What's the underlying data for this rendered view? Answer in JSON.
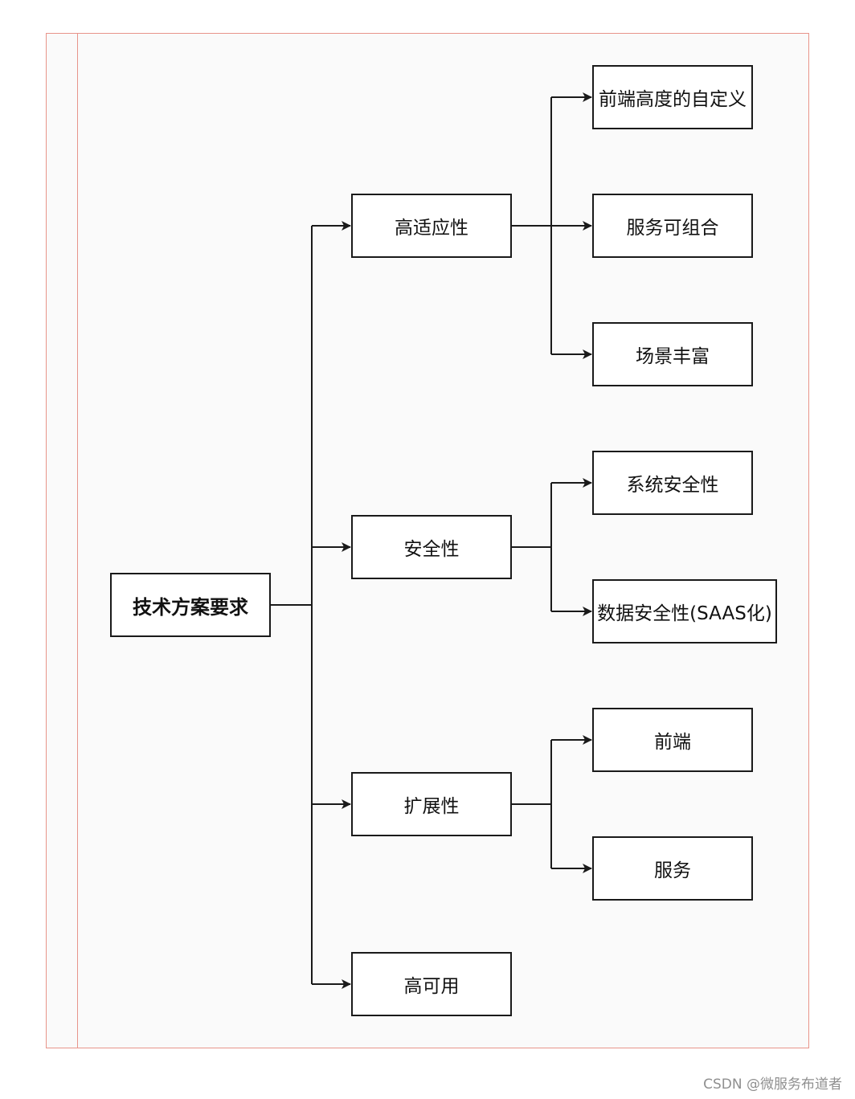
{
  "diagram": {
    "root": "技术方案要求",
    "branches": [
      {
        "label": "高适应性",
        "children": [
          "前端高度的自定义",
          "服务可组合",
          "场景丰富"
        ]
      },
      {
        "label": "安全性",
        "children": [
          "系统安全性",
          "数据安全性(SAAS化)"
        ]
      },
      {
        "label": "扩展性",
        "children": [
          "前端",
          "服务"
        ]
      },
      {
        "label": "高可用",
        "children": []
      }
    ]
  },
  "colors": {
    "frame": "#e8948a",
    "stroke": "#1a1a1a",
    "background": "#fafafa"
  },
  "watermark": "CSDN @微服务布道者"
}
